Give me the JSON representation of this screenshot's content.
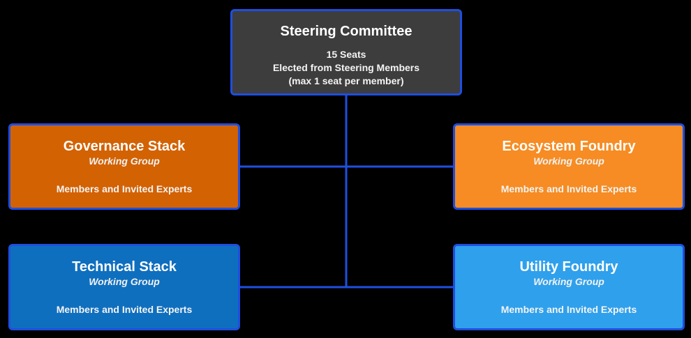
{
  "steering_committee": {
    "title": "Steering Committee",
    "lines": [
      "15 Seats",
      "Elected from Steering Members",
      "(max 1 seat per member)"
    ]
  },
  "working_groups": [
    {
      "key": "governance",
      "title": "Governance Stack",
      "subtitle": "Working Group",
      "members": "Members and Invited Experts",
      "color": "#d36203"
    },
    {
      "key": "ecosystem",
      "title": "Ecosystem Foundry",
      "subtitle": "Working Group",
      "members": "Members and Invited Experts",
      "color": "#f68c23"
    },
    {
      "key": "technical",
      "title": "Technical Stack",
      "subtitle": "Working Group",
      "members": "Members and Invited Experts",
      "color": "#0f6fbf"
    },
    {
      "key": "utility",
      "title": "Utility Foundry",
      "subtitle": "Working Group",
      "members": "Members and Invited Experts",
      "color": "#2fa0ec"
    }
  ],
  "colors": {
    "background": "#000000",
    "connector": "#1e4fe0",
    "border": "#1e4fe0",
    "steering_fill": "#3d3d3d"
  }
}
